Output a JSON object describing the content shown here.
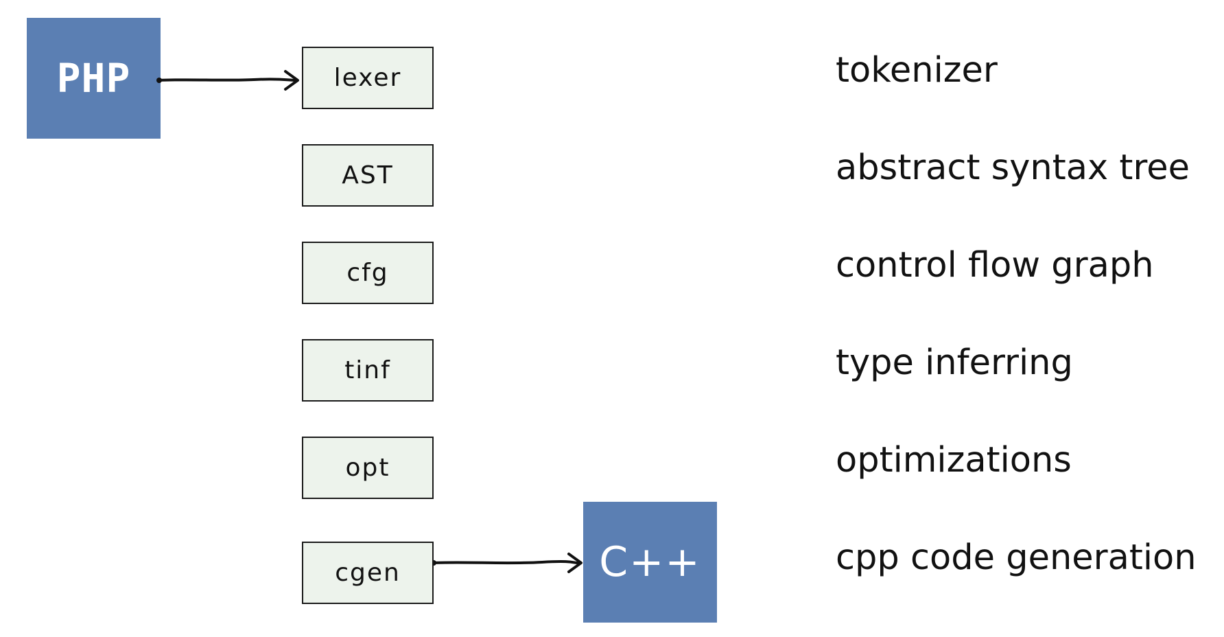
{
  "input_language": "PHP",
  "output_language": "C++",
  "stages": [
    {
      "name": "lexer",
      "description": "tokenizer"
    },
    {
      "name": "AST",
      "description": "abstract syntax tree"
    },
    {
      "name": "cfg",
      "description": "control flow graph"
    },
    {
      "name": "tinf",
      "description": "type inferring"
    },
    {
      "name": "opt",
      "description": "optimizations"
    },
    {
      "name": "cgen",
      "description": "cpp code generation"
    }
  ],
  "colors": {
    "language_box": "#5b7fb3",
    "stage_box": "#edf3ec",
    "stroke": "#1a1a1a"
  }
}
